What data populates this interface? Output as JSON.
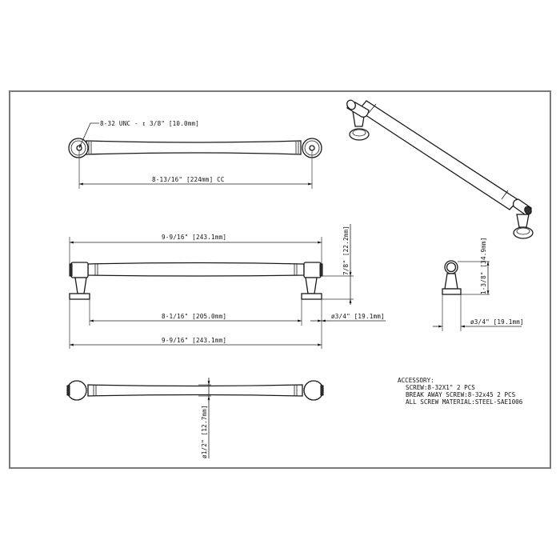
{
  "drawing": {
    "views": {
      "top": {
        "thread_callout": "8-32 UNC - ↧ 3/8\" [10.0mm]",
        "center_to_center": "8-13/16\" [224mm] CC"
      },
      "front": {
        "overall_length_top": "9-9/16\" [243.1mm]",
        "projection": "7/8\" [22.2mm]",
        "inner_span": "8-1/16\" [205.0mm]",
        "foot_diameter": "ø3/4\" [19.1mm]",
        "overall_length_bottom": "9-9/16\" [243.1mm]"
      },
      "side": {
        "height": "1-3/8\" [34.9mm]",
        "foot_diameter": "ø3/4\" [19.1mm]"
      },
      "bottom": {
        "bar_diameter": "ø1/2\" [12.7mm]"
      },
      "isometric": {
        "label": ""
      }
    },
    "notes": {
      "title": "ACCESSORY:",
      "lines": [
        "SCREW:8-32X1\" 2 PCS",
        "BREAK AWAY SCREW:8-32x45 2 PCS",
        "ALL SCREW MATERIAL:STEEL-SAE1006"
      ]
    },
    "colors": {
      "frame": "#7a7a7a",
      "line": "#1a1a1a",
      "background": "#ffffff"
    }
  }
}
